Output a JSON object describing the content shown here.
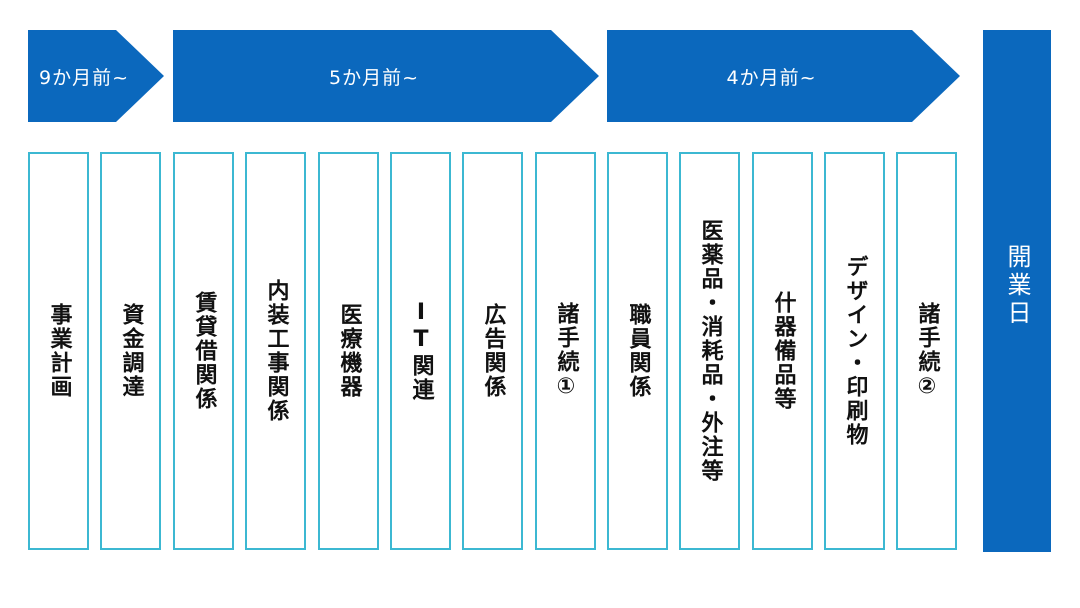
{
  "phases": [
    {
      "label": "9か月前~"
    },
    {
      "label": "5か月前~"
    },
    {
      "label": "4か月前~"
    }
  ],
  "tasks": [
    {
      "label": "事業計画"
    },
    {
      "label": "資金調達"
    },
    {
      "label": "賃貸借関係"
    },
    {
      "label": "内装工事関係"
    },
    {
      "label": "医療機器"
    },
    {
      "label": "IT関連"
    },
    {
      "label": "広告関係"
    },
    {
      "label": "諸手続①"
    },
    {
      "label": "職員関係"
    },
    {
      "label": "医薬品・消耗品・外注等"
    },
    {
      "label": "什器備品等"
    },
    {
      "label": "デザイン・印刷物"
    },
    {
      "label": "諸手続②"
    }
  ],
  "opening_day": {
    "label": "開業日"
  },
  "colors": {
    "phase_fill": "#0b68bd",
    "task_border": "#3cb8d2",
    "task_text": "#111111",
    "phase_text": "#ffffff"
  }
}
